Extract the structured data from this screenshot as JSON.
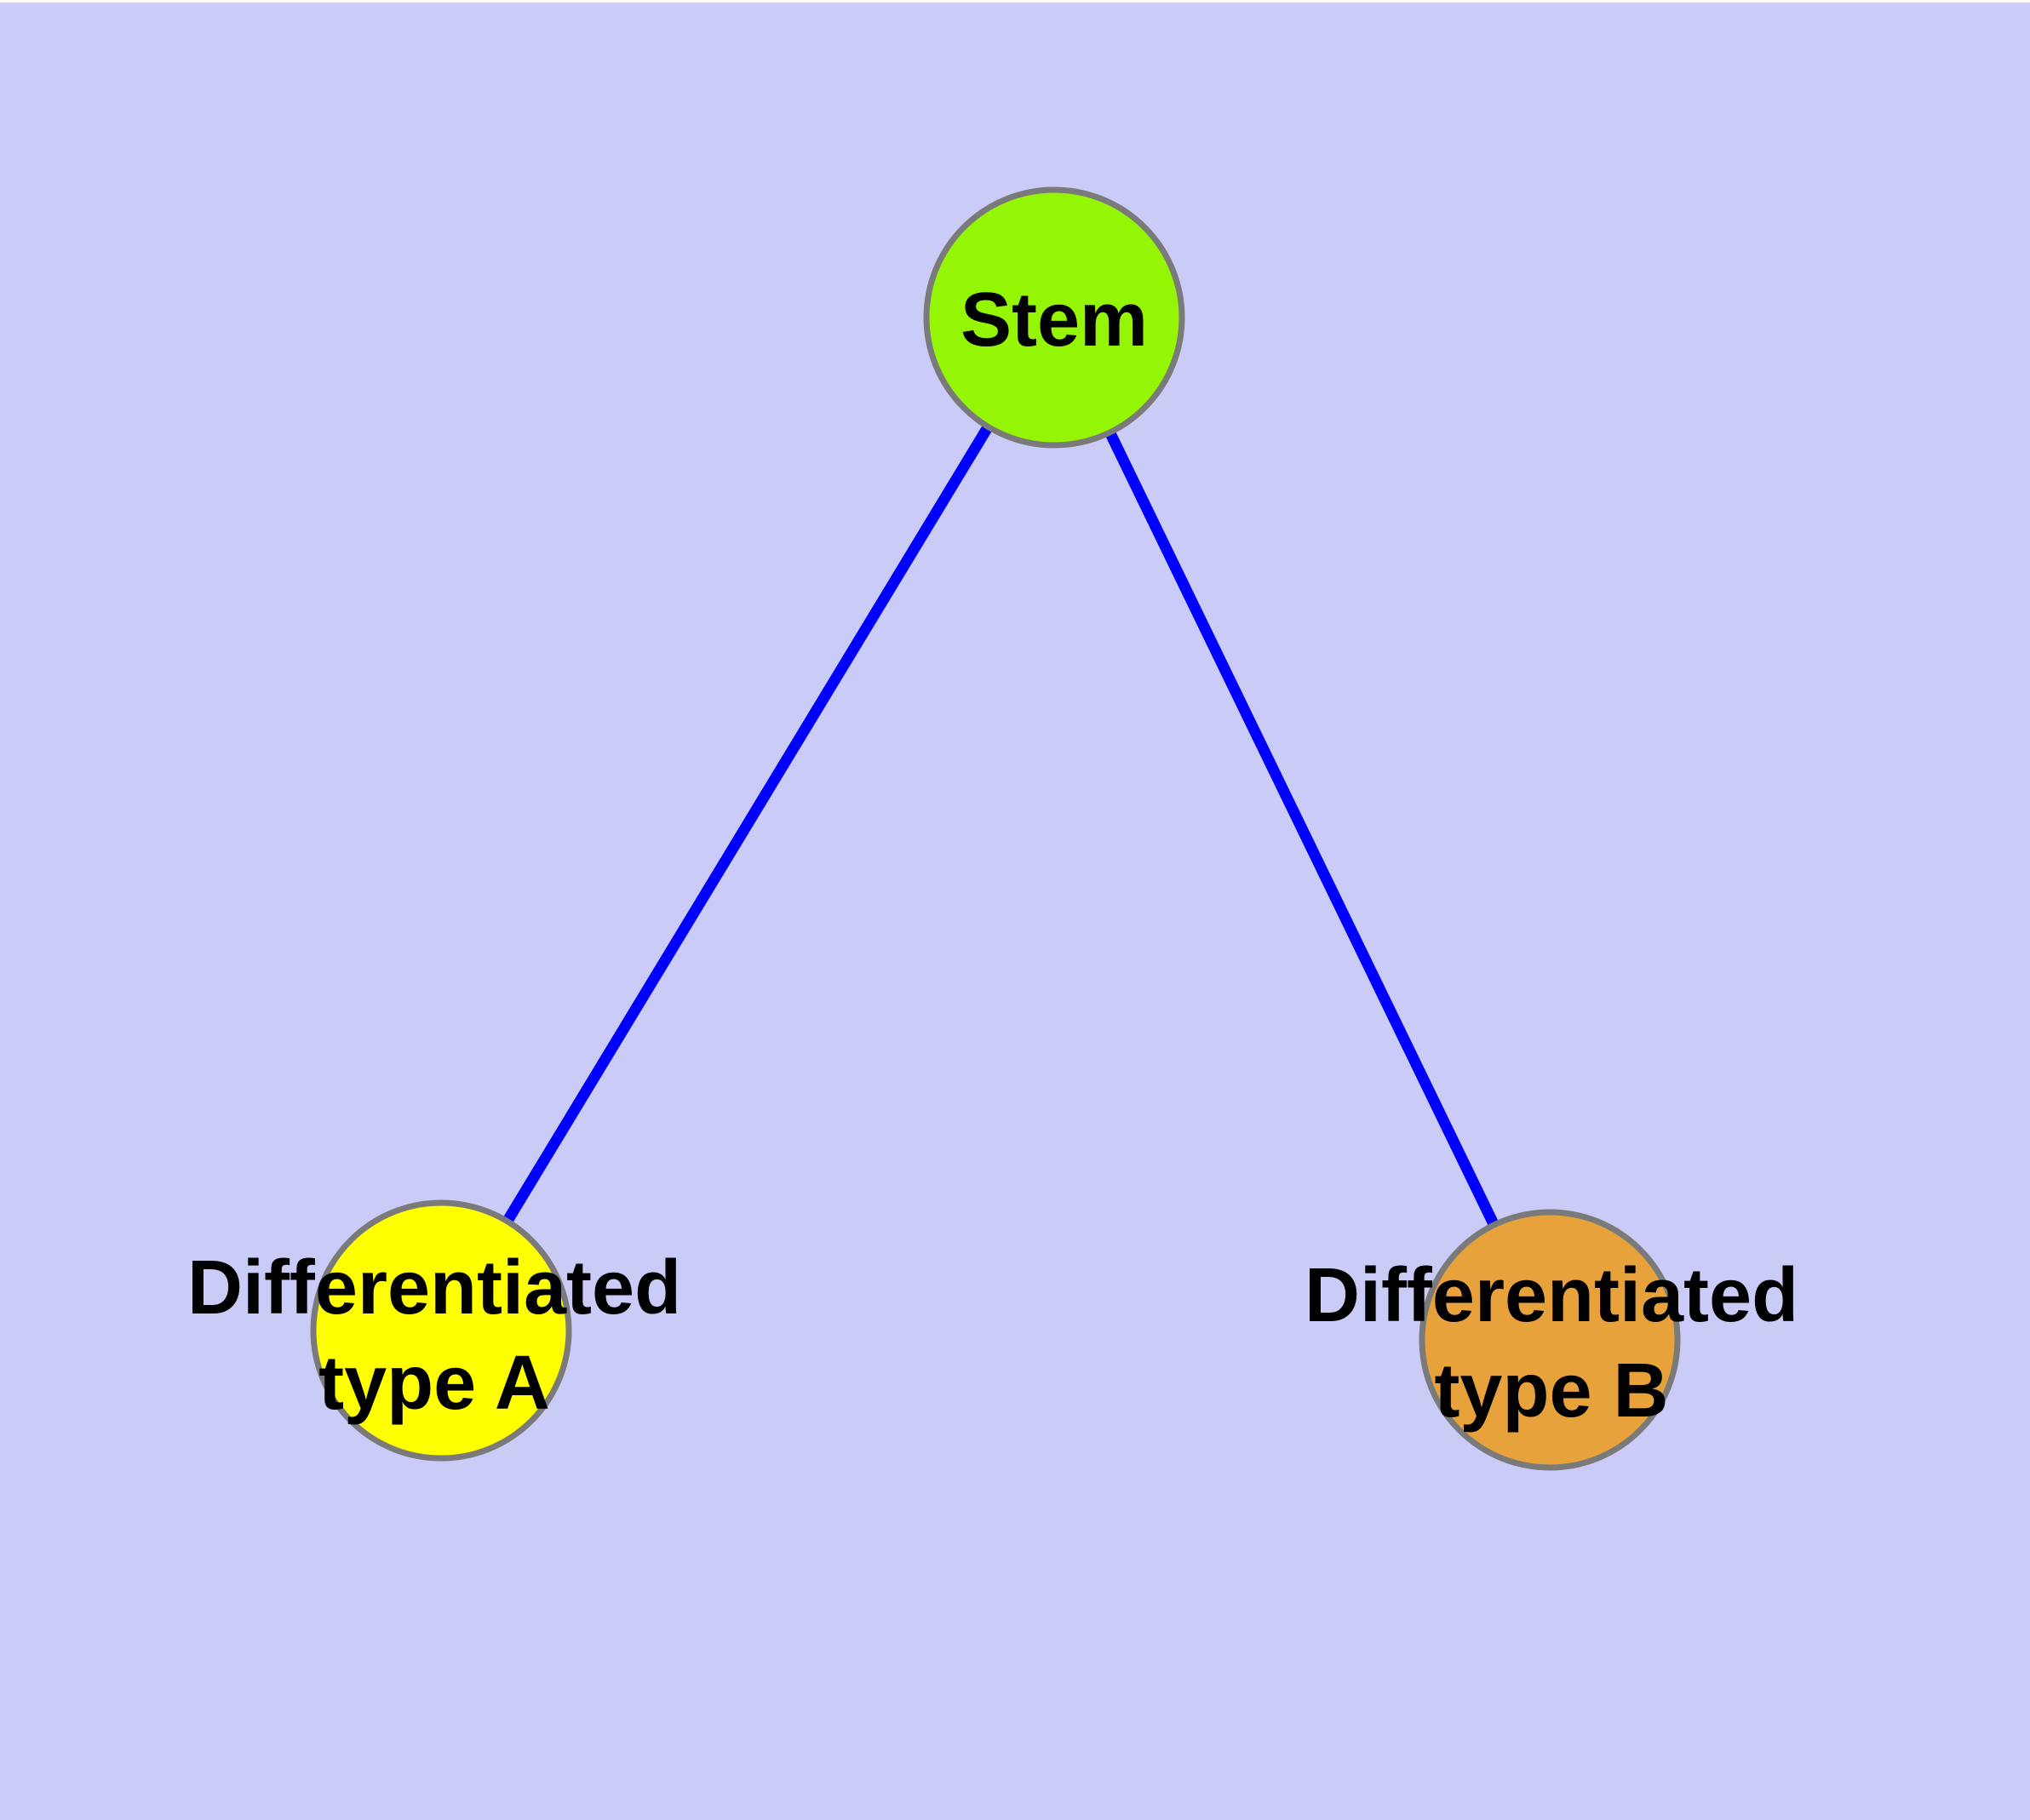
{
  "colors": {
    "background": "#CBCBF8",
    "top_margin": "#FFFFFF",
    "edge": "#0000FF",
    "node_border": "#7A7A7A",
    "label_text": "#000000"
  },
  "diagram": {
    "type": "graph",
    "nodes": [
      {
        "id": "stem",
        "label": "Stem",
        "lines": [
          "Stem"
        ],
        "fill": "#94F505"
      },
      {
        "id": "type-a",
        "label": "Differentiated type A",
        "lines": [
          "Differentiated",
          "type A"
        ],
        "fill": "#FFFF00"
      },
      {
        "id": "type-b",
        "label": "Differentiated type B",
        "lines": [
          "Differentiated",
          "type B"
        ],
        "fill": "#E8A23C"
      }
    ],
    "edges": [
      {
        "from": "Stem",
        "to": "Differentiated type A",
        "color": "#0000FF"
      },
      {
        "from": "Stem",
        "to": "Differentiated type B",
        "color": "#0000FF"
      }
    ]
  }
}
